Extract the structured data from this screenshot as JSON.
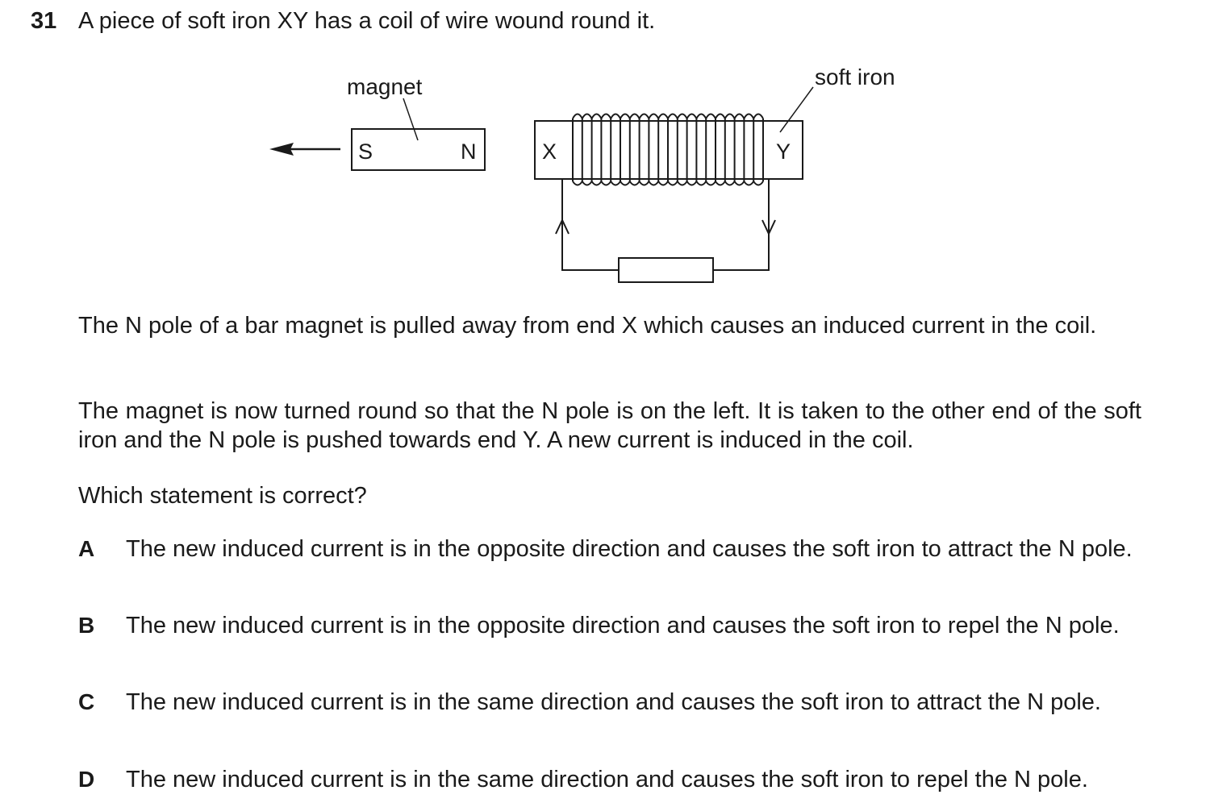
{
  "question": {
    "number": "31",
    "stem": "A piece of soft iron XY has a coil of wire wound round it."
  },
  "diagram": {
    "magnet_label": "magnet",
    "magnet_pole_left": "S",
    "magnet_pole_right": "N",
    "iron_label": "soft iron",
    "iron_end_left": "X",
    "iron_end_right": "Y"
  },
  "paragraphs": [
    "The N pole of a bar magnet is pulled away from end X which causes an induced current in the coil.",
    "The magnet is now turned round so that the N pole is on the left. It is taken to the other end of the soft iron and the N pole is pushed towards end Y. A new current is induced in the coil.",
    "Which statement is correct?"
  ],
  "options": [
    {
      "letter": "A",
      "text": "The new induced current is in the opposite direction and causes the soft iron to attract the N pole."
    },
    {
      "letter": "B",
      "text": "The new induced current is in the opposite direction and causes the soft iron to repel the N pole."
    },
    {
      "letter": "C",
      "text": "The new induced current is in the same direction and causes the soft iron to attract the N pole."
    },
    {
      "letter": "D",
      "text": "The new induced current is in the same direction and causes the soft iron to repel the N pole."
    }
  ]
}
